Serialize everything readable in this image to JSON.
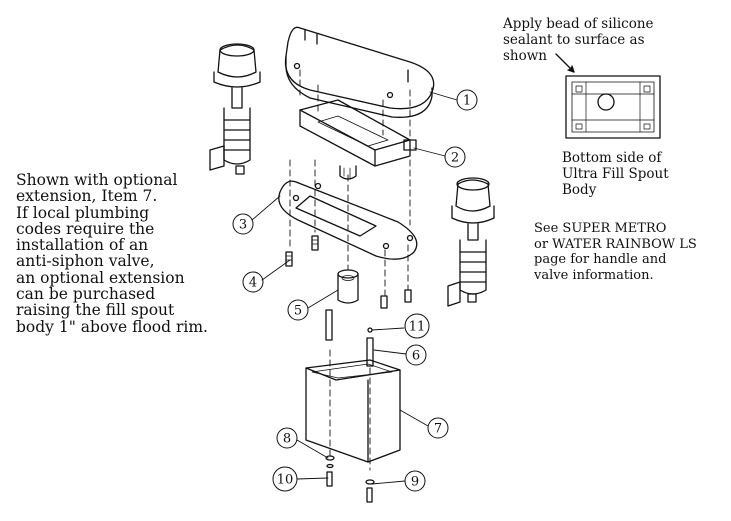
{
  "colors": {
    "ink": "#111111",
    "paper": "#ffffff"
  },
  "notes": {
    "optional_extension": "Shown with optional\nextension, Item 7.\nIf local plumbing\ncodes require the\ninstallation of an\nanti-siphon valve,\nan optional extension\ncan be purchased\nraising the fill spout\nbody 1\" above flood rim.",
    "sealant": "Apply bead of silicone\nsealant to surface as\nshown",
    "bottom_side": "Bottom side of\nUltra Fill Spout\nBody",
    "see_pages": "See SUPER METRO\nor WATER RAINBOW LS\npage for handle and\nvalve information."
  },
  "callouts": [
    "1",
    "2",
    "3",
    "4",
    "5",
    "6",
    "7",
    "8",
    "9",
    "10",
    "11"
  ]
}
